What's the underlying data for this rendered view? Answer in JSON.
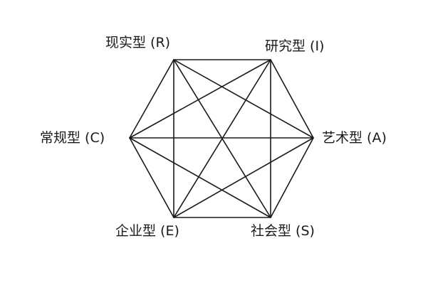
{
  "diagram": {
    "nodes": [
      {
        "id": "R",
        "label": "现实型 (R)"
      },
      {
        "id": "I",
        "label": "研究型 (I)"
      },
      {
        "id": "A",
        "label": "艺术型 (A)"
      },
      {
        "id": "S",
        "label": "社会型 (S)"
      },
      {
        "id": "E",
        "label": "企业型 (E)"
      },
      {
        "id": "C",
        "label": "常规型 (C)"
      }
    ],
    "edges": [
      [
        "R",
        "I"
      ],
      [
        "I",
        "A"
      ],
      [
        "A",
        "S"
      ],
      [
        "S",
        "E"
      ],
      [
        "E",
        "C"
      ],
      [
        "C",
        "R"
      ],
      [
        "R",
        "A"
      ],
      [
        "R",
        "S"
      ],
      [
        "R",
        "E"
      ],
      [
        "I",
        "S"
      ],
      [
        "I",
        "E"
      ],
      [
        "I",
        "C"
      ],
      [
        "A",
        "E"
      ],
      [
        "A",
        "C"
      ],
      [
        "S",
        "C"
      ]
    ],
    "stroke_color": "#1a1a1a"
  }
}
